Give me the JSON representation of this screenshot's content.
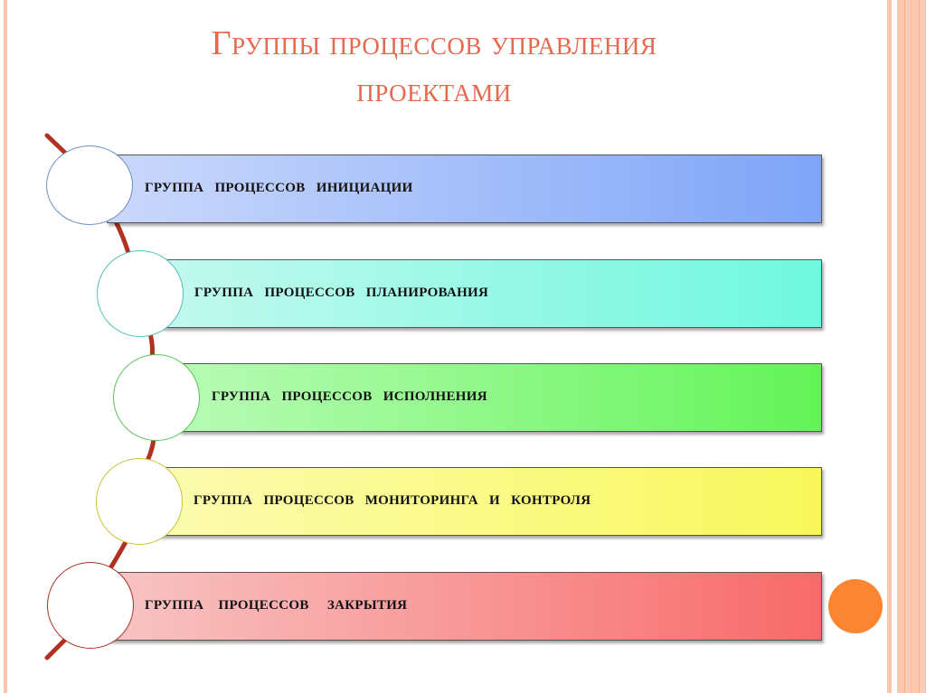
{
  "slide": {
    "title_line1": "Группы процессов управления",
    "title_line2": "проектами"
  },
  "process_groups": [
    {
      "label": "ГРУППА   ПРОЦЕССОВ   ИНИЦИАЦИИ",
      "color_start": "#cbd8fb",
      "color_end": "#7fa5f8",
      "circle_color": "#6b8fc9"
    },
    {
      "label": "ГРУППА   ПРОЦЕССОВ   ПЛАНИРОВАНИЯ",
      "color_start": "#c2f9ee",
      "color_end": "#6ff8de",
      "circle_color": "#52c2b3"
    },
    {
      "label": "ГРУППА   ПРОЦЕССОВ   ИСПОЛНЕНИЯ",
      "color_start": "#b8fbb5",
      "color_end": "#63f458",
      "circle_color": "#5cc35a"
    },
    {
      "label": "ГРУППА   ПРОЦЕССОВ   МОНИТОРИНГА   И   КОНТРОЛЯ",
      "color_start": "#fbfbb0",
      "color_end": "#f8f85c",
      "circle_color": "#c8c43c"
    },
    {
      "label": "ГРУППА    ПРОЦЕССОВ     ЗАКРЫТИЯ",
      "color_start": "#f8c4c4",
      "color_end": "#f86a6a",
      "circle_color": "#a8342a"
    }
  ],
  "colors": {
    "title": "#e5694f",
    "spine": "#b0311f",
    "accent_dot": "#fb8530",
    "border": "#f9c6b0"
  }
}
